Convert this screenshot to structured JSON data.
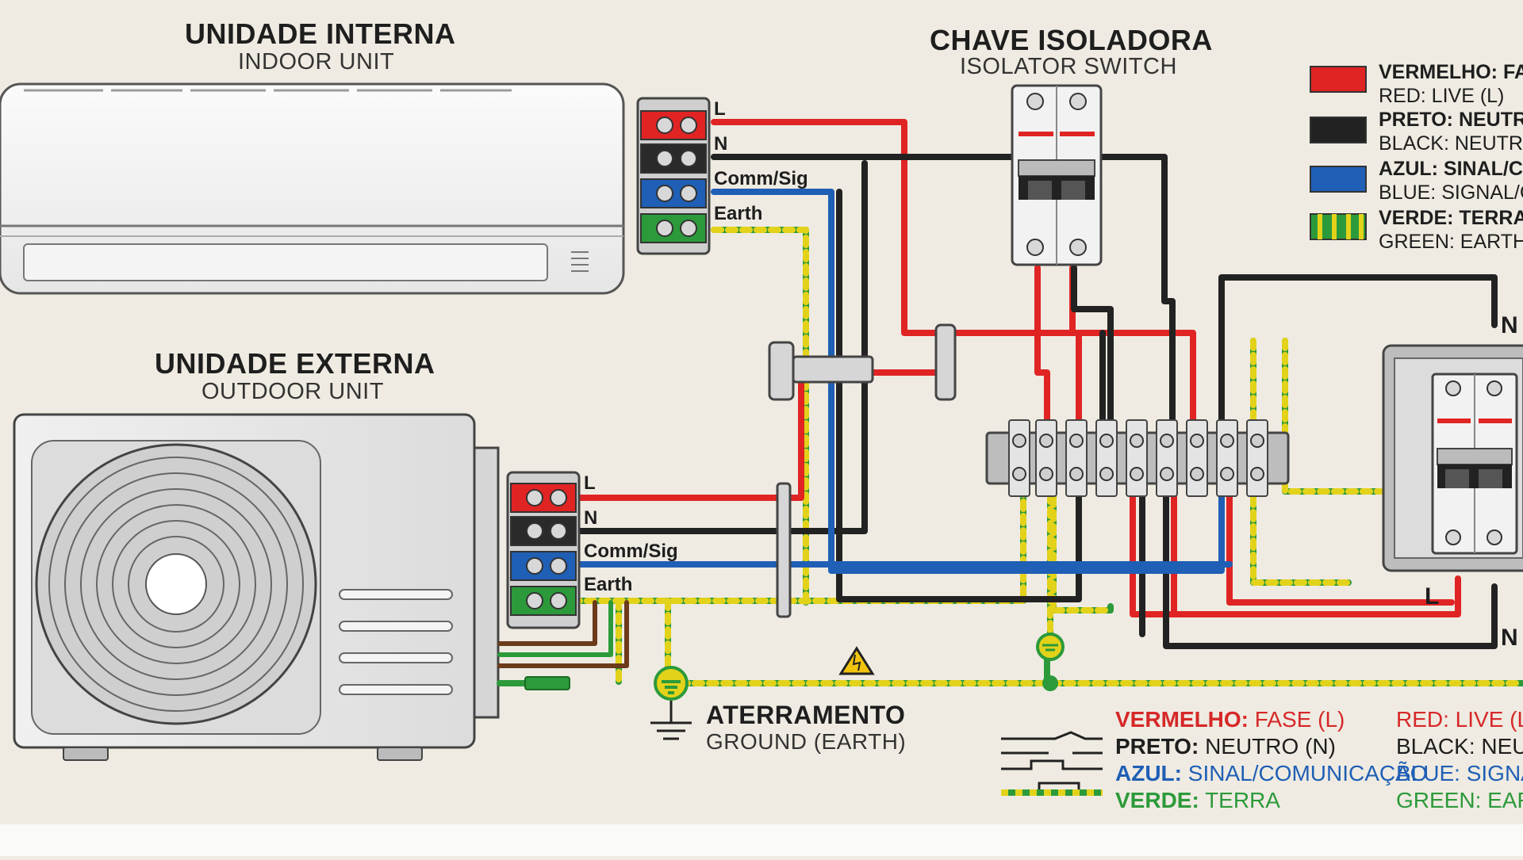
{
  "indoor": {
    "title": "UNIDADE INTERNA",
    "subtitle": "INDOOR UNIT"
  },
  "outdoor": {
    "title": "UNIDADE EXTERNA",
    "subtitle": "OUTDOOR UNIT"
  },
  "isolator": {
    "title": "CHAVE ISOLADORA",
    "subtitle": "ISOLATOR SWITCH"
  },
  "ground": {
    "title": "ATERRAMENTO",
    "subtitle": "GROUND (EARTH)"
  },
  "terminals": {
    "live": "L",
    "neutral": "N",
    "comm": "Comm/Sig",
    "earth": "Earth"
  },
  "panel": {
    "n_top": "N",
    "l_bottom": "L",
    "n_bottom": "N"
  },
  "legend_top": [
    {
      "pt": "VERMELHO: FASE",
      "en": "RED: LIVE (L)",
      "color": "#e02424"
    },
    {
      "pt": "PRETO: NEUTRO",
      "en": "BLACK: NEUTRAL",
      "color": "#222222"
    },
    {
      "pt": "AZUL: SINAL/COM",
      "en": "BLUE: SIGNAL/COM",
      "color": "#1f5fb5"
    },
    {
      "pt": "VERDE: TERRA",
      "en": "GREEN: EARTH",
      "color": "#2c9a3a"
    }
  ],
  "legend_bottom": {
    "pt": [
      {
        "key": "VERMELHO:",
        "val": "FASE (L)"
      },
      {
        "key": "PRETO:",
        "val": "NEUTRO (N)"
      },
      {
        "key": "AZUL:",
        "val": "SINAL/COMUNICAÇÃO"
      },
      {
        "key": "VERDE:",
        "val": "TERRA"
      }
    ],
    "en": [
      "RED: LIVE (L)",
      "BLACK: NEUT",
      "BLUE: SIGNAL",
      "GREEN: EART"
    ]
  },
  "colors": {
    "live": "#e02424",
    "neutral": "#222222",
    "comm": "#1f5fb5",
    "earth": "#2c9a3a",
    "earth_stripe": "#e3d21a",
    "background": "#efebe2"
  }
}
